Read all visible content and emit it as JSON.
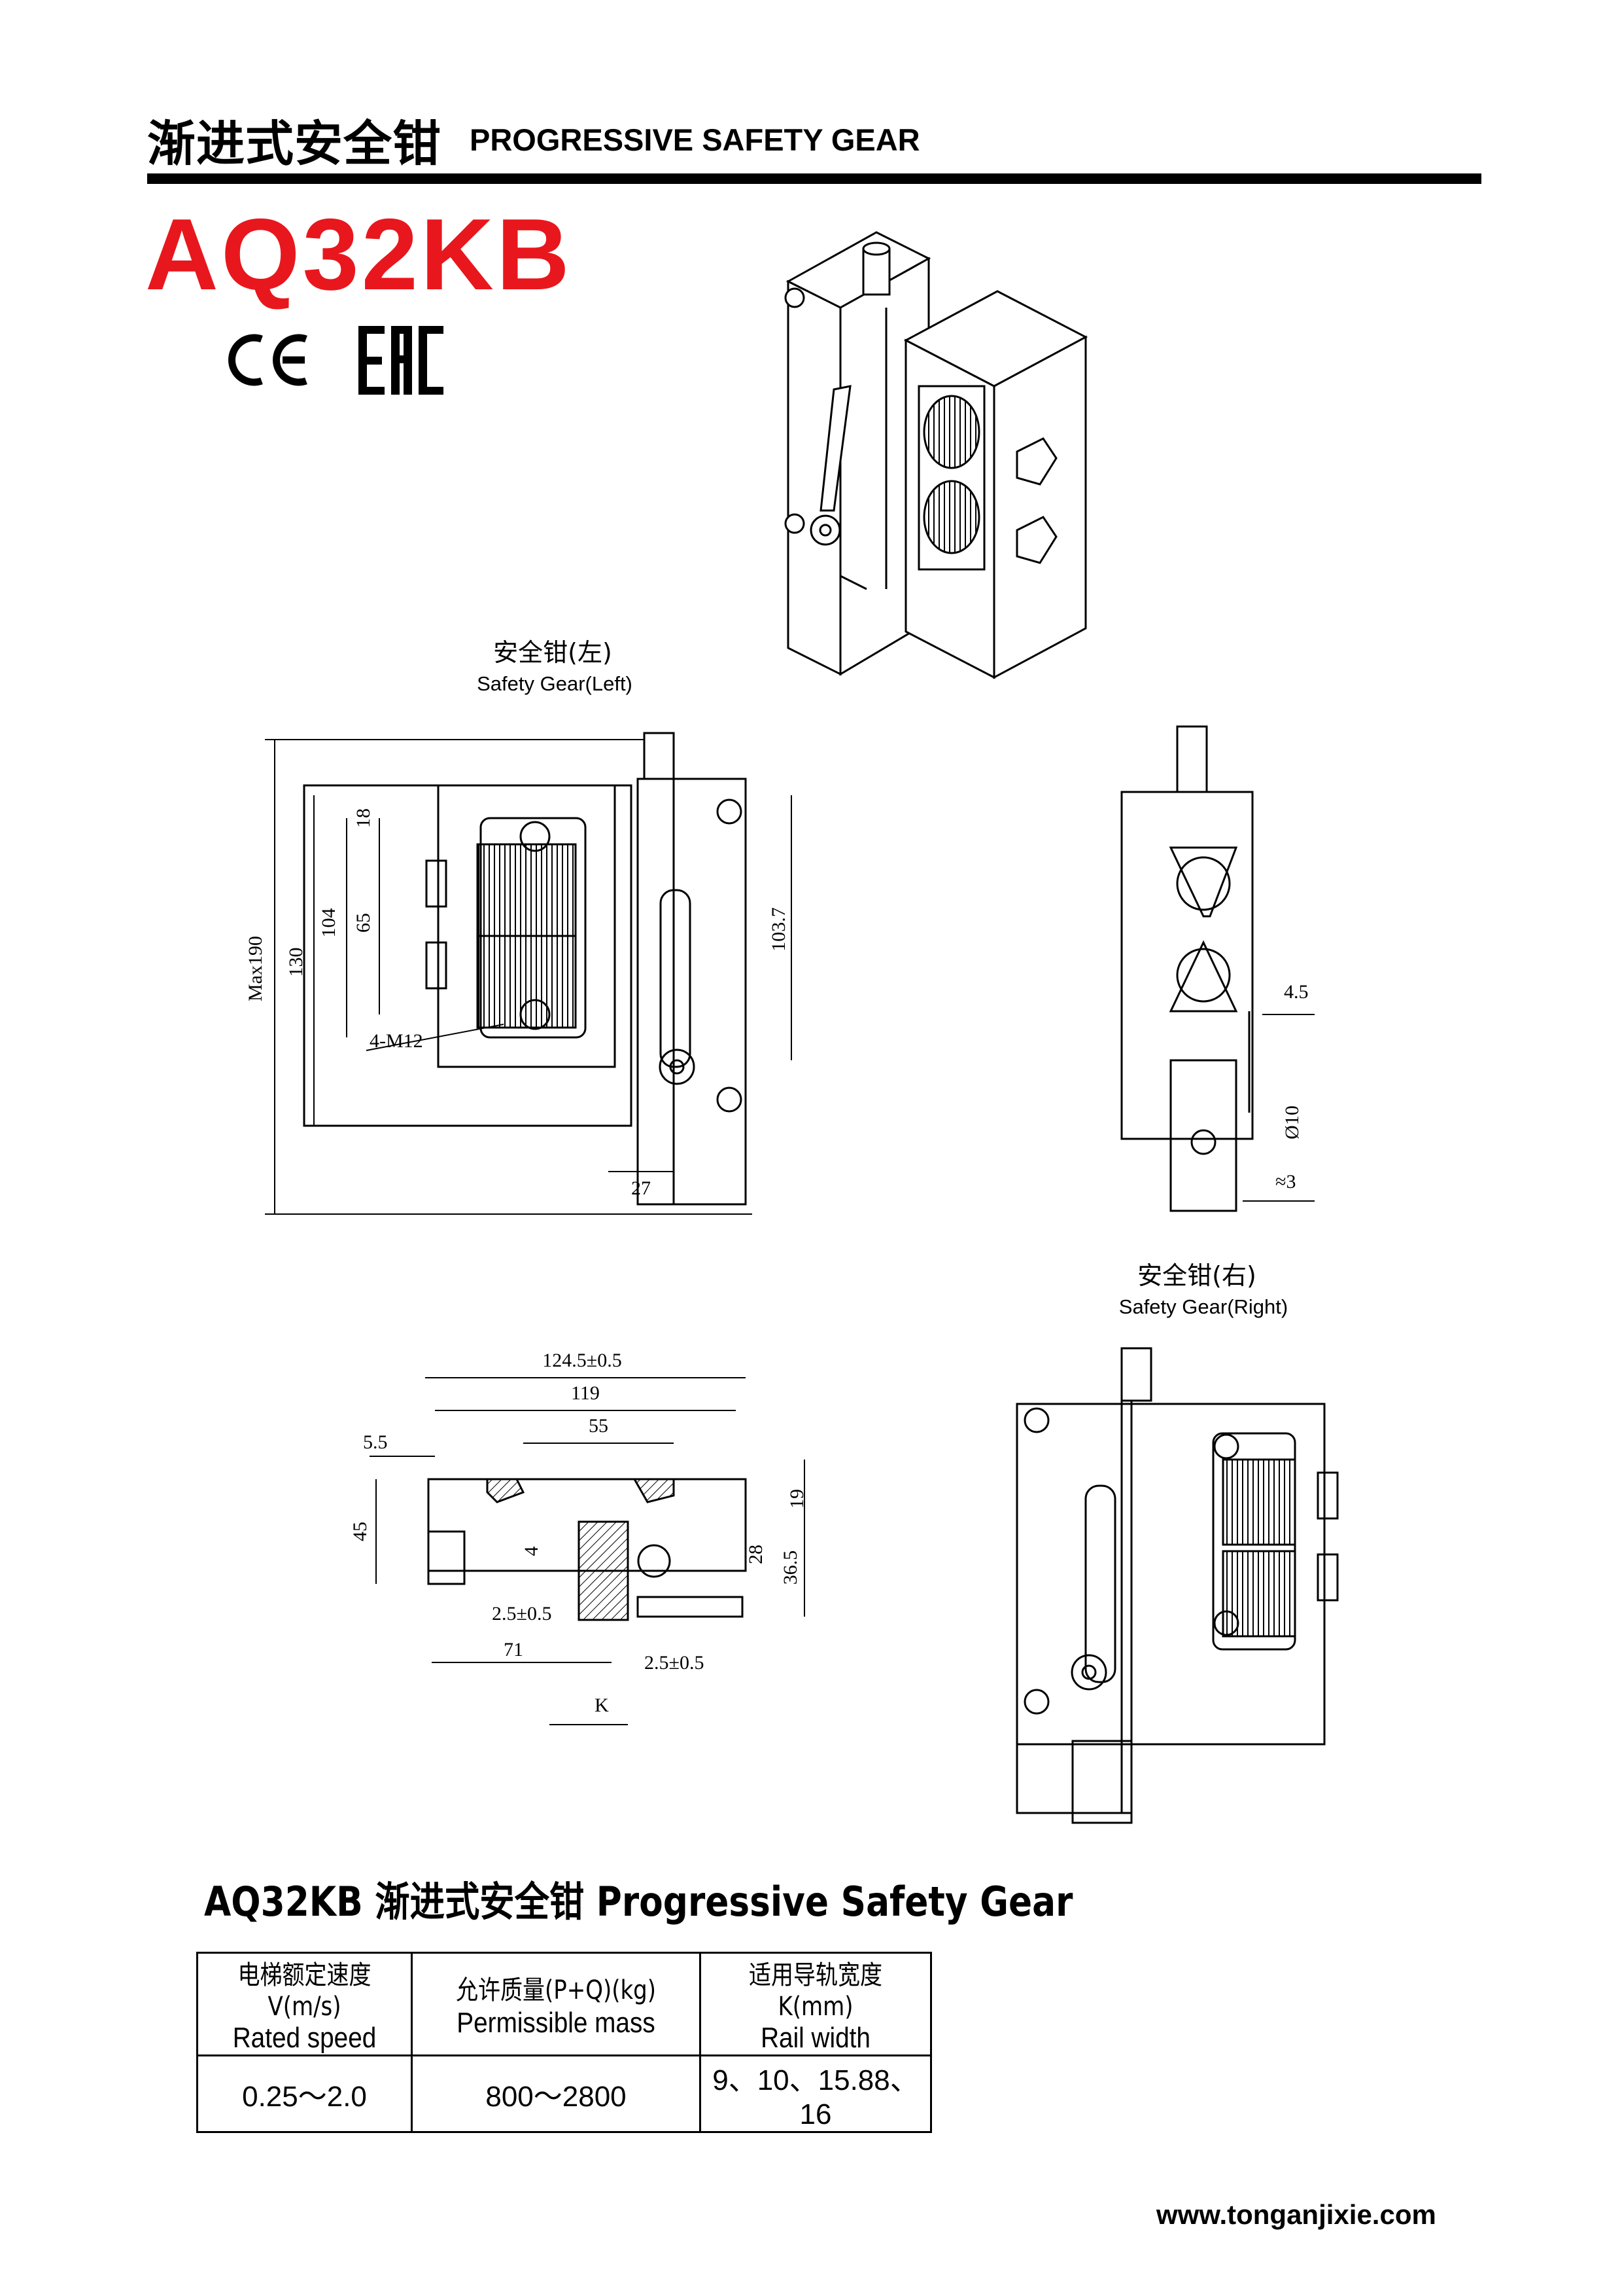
{
  "header": {
    "title_cn": "渐进式安全钳",
    "title_en": "PROGRESSIVE SAFETY GEAR"
  },
  "model": "AQ32KB",
  "certifications": [
    "CE",
    "EAC"
  ],
  "views": {
    "left": {
      "label_cn": "安全钳(左)",
      "label_en": "Safety Gear(Left)"
    },
    "right": {
      "label_cn": "安全钳(右)",
      "label_en": "Safety Gear(Right)"
    }
  },
  "dimensions": {
    "max190": "Max190",
    "d130": "130",
    "d104": "104",
    "d65": "65",
    "d18": "18",
    "d103_7": "103.7",
    "m12": "4-M12",
    "d27": "27",
    "d4_5": "4.5",
    "d10": "Ø10",
    "d3": "≈3",
    "d124_5": "124.5±0.5",
    "d119": "119",
    "d55": "55",
    "d5_5": "5.5",
    "d45": "45",
    "d4": "4",
    "d19": "19",
    "d28": "28",
    "d36_5": "36.5",
    "d2_5a": "2.5±0.5",
    "d71": "71",
    "d2_5b": "2.5±0.5",
    "dK": "K"
  },
  "spec": {
    "title": "AQ32KB 渐进式安全钳  Progressive Safety Gear",
    "columns": [
      {
        "cn": "电梯额定速度V(m/s)",
        "en": "Rated speed",
        "value": "0.25～2.0"
      },
      {
        "cn": "允许质量(P+Q)(kg)",
        "en": "Permissible mass",
        "value": "800～2800"
      },
      {
        "cn": "适用导轨宽度K(mm)",
        "en": "Rail width",
        "value": "9、10、15.88、16"
      }
    ]
  },
  "website": "www.tonganjixie.com",
  "colors": {
    "model": "#e8171d",
    "ink": "#000000"
  }
}
